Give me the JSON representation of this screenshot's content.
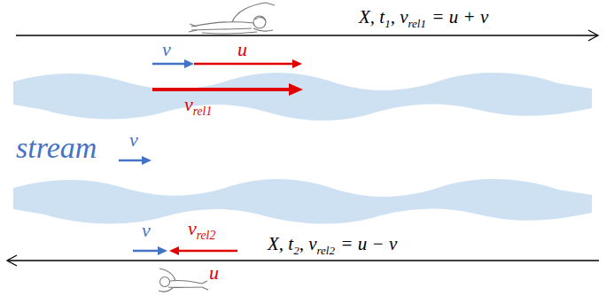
{
  "diagram": {
    "labels": [
      "X, t",
      "1",
      ", v",
      "rel1",
      "= u + v",
      "v",
      "u",
      "v",
      "rel1",
      "stream",
      "v",
      "v",
      "v",
      "rel2",
      "X, t",
      "2",
      ", v",
      "rel2",
      "= u − v",
      "u"
    ]
  }
}
